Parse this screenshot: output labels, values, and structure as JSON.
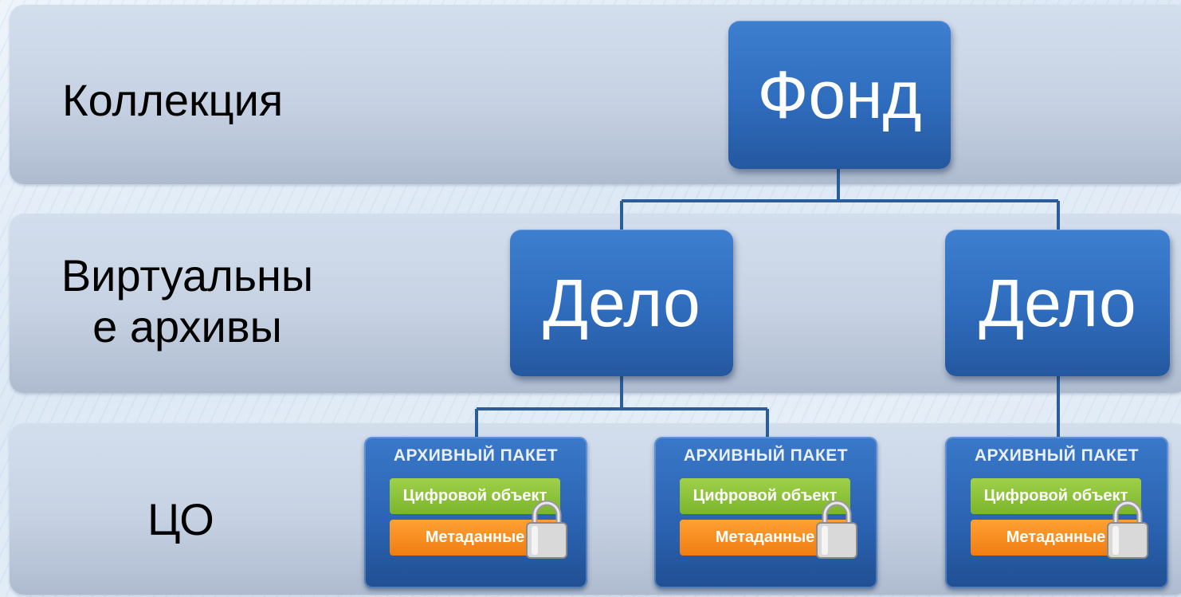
{
  "levels": {
    "collection": "Коллекция",
    "virtual_archives_line1": "Виртуальны",
    "virtual_archives_line2": "е архивы",
    "digital_objects": "ЦО"
  },
  "nodes": {
    "fond": "Фонд",
    "delo_left": "Дело",
    "delo_right": "Дело"
  },
  "packages": [
    {
      "title": "АРХИВНЫЙ ПАКЕТ",
      "object": "Цифровой объект",
      "metadata": "Метаданные"
    },
    {
      "title": "АРХИВНЫЙ ПАКЕТ",
      "object": "Цифровой объект",
      "metadata": "Метаданные"
    },
    {
      "title": "АРХИВНЫЙ ПАКЕТ",
      "object": "Цифровой объект",
      "metadata": "Метаданные"
    }
  ],
  "colors": {
    "node_blue": "#2f6cbd",
    "connector": "#2a5d9a",
    "object_green": "#7cb52d",
    "metadata_orange": "#f07d12",
    "band_gray": "#c6d2e3"
  },
  "icons": [
    "lock-icon"
  ]
}
